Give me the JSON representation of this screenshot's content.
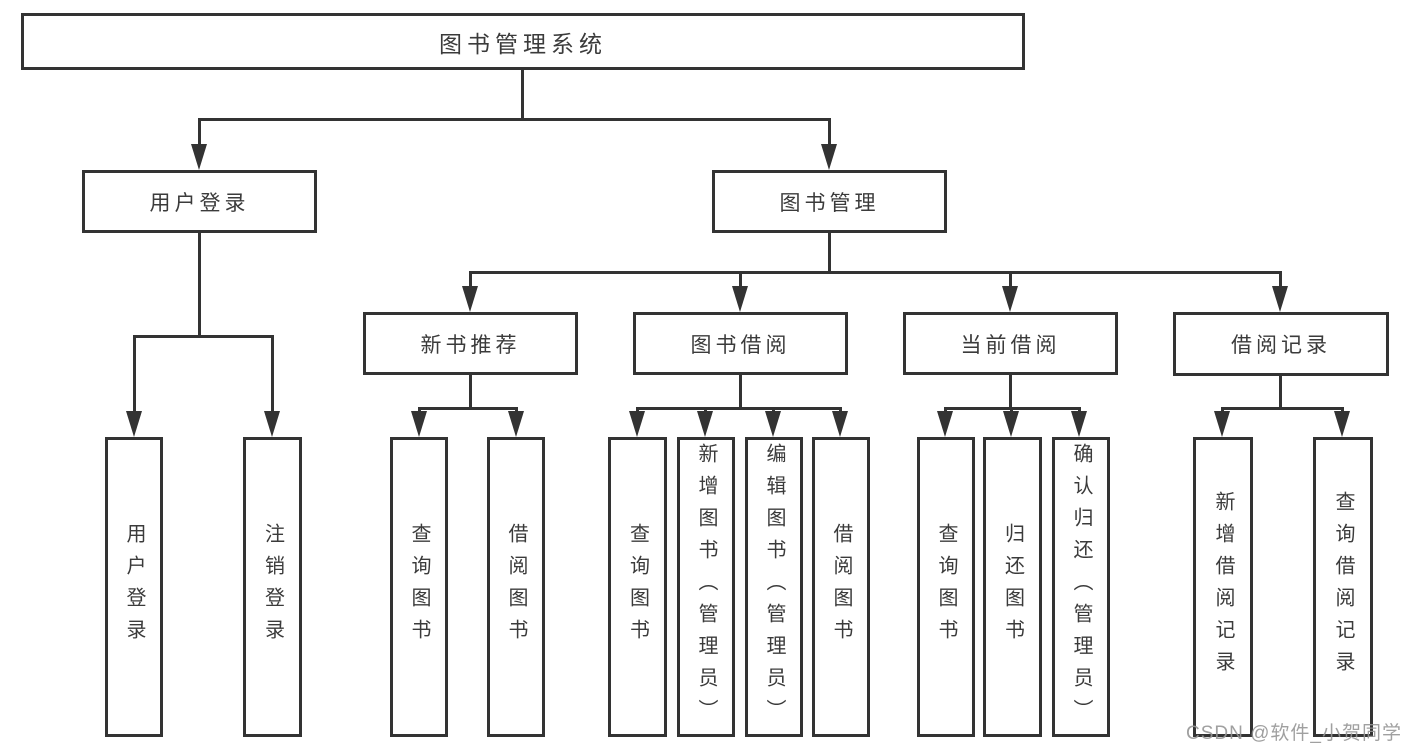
{
  "diagram_type": "hierarchy-tree",
  "colors": {
    "line": "#333333",
    "box_border": "#333333",
    "box_fill": "#ffffff",
    "text": "#3b3b3b",
    "background": "#ffffff",
    "watermark": "#969696"
  },
  "tree": {
    "root": {
      "label": "图书管理系统",
      "children": [
        {
          "label": "用户登录",
          "children": [
            {
              "label": "用户登录"
            },
            {
              "label": "注销登录"
            }
          ]
        },
        {
          "label": "图书管理",
          "children": [
            {
              "label": "新书推荐",
              "children": [
                {
                  "label": "查询图书"
                },
                {
                  "label": "借阅图书"
                }
              ]
            },
            {
              "label": "图书借阅",
              "children": [
                {
                  "label": "查询图书"
                },
                {
                  "label": "新增图书（管理员）"
                },
                {
                  "label": "编辑图书（管理员）"
                },
                {
                  "label": "借阅图书"
                }
              ]
            },
            {
              "label": "当前借阅",
              "children": [
                {
                  "label": "查询图书"
                },
                {
                  "label": "归还图书"
                },
                {
                  "label": "确认归还（管理员）"
                }
              ]
            },
            {
              "label": "借阅记录",
              "children": [
                {
                  "label": "新增借阅记录"
                },
                {
                  "label": "查询借阅记录"
                }
              ]
            }
          ]
        }
      ]
    }
  },
  "watermark": {
    "text": "CSDN @软件_小贺同学"
  }
}
